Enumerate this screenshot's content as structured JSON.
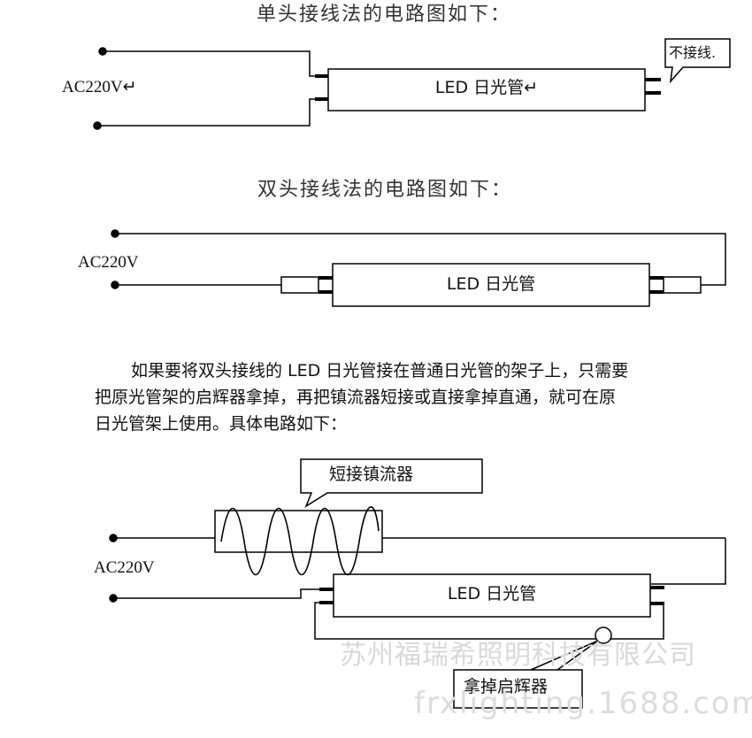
{
  "section1": {
    "heading": "单头接线法的电路图如下：",
    "ac_label": "AC220V↵",
    "tube_label": "LED 日光管↵",
    "callout": "不接线."
  },
  "section2": {
    "heading": "双头接线法的电路图如下：",
    "ac_label": "AC220V",
    "tube_label": "LED 日光管"
  },
  "paragraph": {
    "lines": [
      "如果要将双头接线的 LED 日光管接在普通日光管的架子上，只需要",
      "把原光管架的启辉器拿掉，再把镇流器短接或直接拿掉直通，就可在原",
      "日光管架上使用。具体电路如下："
    ]
  },
  "section3": {
    "ballast_callout": "短接镇流器",
    "ac_label": "AC220V",
    "tube_label": "LED 日光管",
    "starter_callout": "拿掉启辉器"
  },
  "watermark": {
    "company": "苏州福瑞希照明科技有限公司",
    "url": "frxlighting.1688.com"
  }
}
